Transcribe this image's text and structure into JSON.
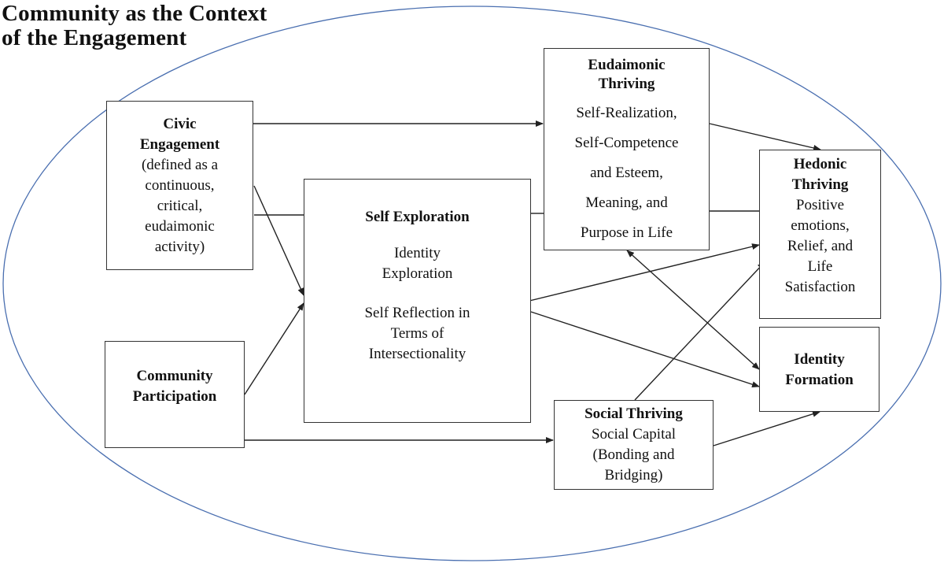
{
  "title": "Community as the Context of the Engagement",
  "title_lines": [
    "Community as the Context",
    "of the Engagement"
  ],
  "colors": {
    "ellipse": "#4a6fb0",
    "box_border": "#333333",
    "arrow": "#222222"
  },
  "boxes": {
    "civic": {
      "heading": [
        "Civic",
        "Engagement"
      ],
      "body": [
        "(defined as a",
        "continuous,",
        "critical,",
        "eudaimonic",
        "activity)"
      ]
    },
    "community": {
      "heading": [
        "Community",
        "Participation"
      ]
    },
    "self": {
      "heading": "Self Exploration",
      "body1": [
        "Identity",
        "Exploration"
      ],
      "body2": [
        "Self Reflection in",
        "Terms of",
        "Intersectionality"
      ]
    },
    "eudaimonic": {
      "heading": [
        "Eudaimonic",
        "Thriving"
      ],
      "body": [
        "Self-Realization,",
        "Self-Competence",
        "and Esteem,",
        "Meaning, and",
        "Purpose in Life"
      ]
    },
    "hedonic": {
      "heading": [
        "Hedonic",
        "Thriving"
      ],
      "body": [
        "Positive",
        "emotions,",
        "Relief, and",
        "Life",
        "Satisfaction"
      ]
    },
    "identity": {
      "heading": [
        "Identity",
        "Formation"
      ]
    },
    "social": {
      "heading": "Social Thriving",
      "body": [
        "Social Capital",
        "(Bonding and",
        "Bridging)"
      ]
    }
  },
  "edges": [
    {
      "from": "Civic Engagement",
      "to": "Eudaimonic Thriving",
      "type": "directed"
    },
    {
      "from": "Civic Engagement",
      "to": "Self Exploration",
      "type": "directed"
    },
    {
      "from": "Civic Engagement",
      "to": "Self Exploration",
      "type": "line"
    },
    {
      "from": "Community Participation",
      "to": "Self Exploration",
      "type": "directed"
    },
    {
      "from": "Community Participation",
      "to": "Social Thriving",
      "type": "directed"
    },
    {
      "from": "Eudaimonic Thriving",
      "to": "Hedonic Thriving",
      "type": "directed"
    },
    {
      "from": "Eudaimonic Thriving",
      "to": "Hedonic Thriving",
      "type": "line"
    },
    {
      "from": "Self Exploration",
      "to": "Eudaimonic Thriving",
      "type": "line"
    },
    {
      "from": "Self Exploration",
      "to": "Hedonic Thriving",
      "type": "directed"
    },
    {
      "from": "Self Exploration",
      "to": "Identity Formation",
      "type": "directed"
    },
    {
      "from": "Eudaimonic Thriving",
      "to": "Identity Formation",
      "type": "bidirectional"
    },
    {
      "from": "Social Thriving",
      "to": "Hedonic Thriving",
      "type": "directed"
    },
    {
      "from": "Social Thriving",
      "to": "Identity Formation",
      "type": "directed"
    }
  ]
}
